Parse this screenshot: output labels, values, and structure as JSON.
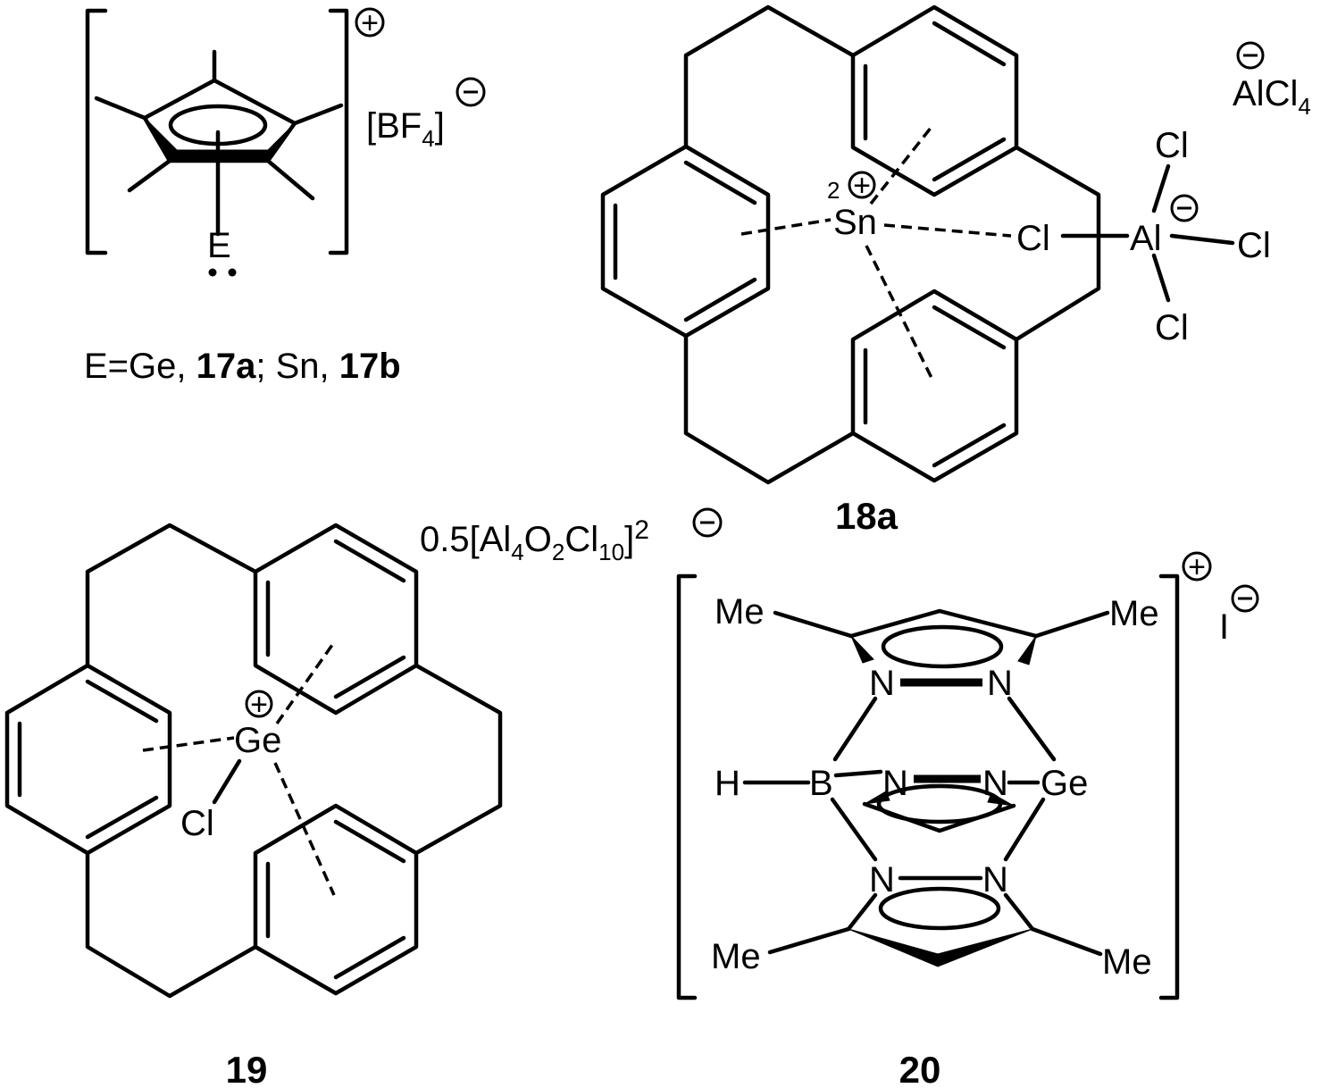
{
  "compound_17": {
    "element": "E",
    "anion_open": "[BF",
    "anion_sub": "4",
    "anion_close": "]",
    "caption_prefix": "E=Ge, ",
    "caption_bold_1": "17a",
    "caption_mid": "; Sn, ",
    "caption_bold_2": "17b"
  },
  "compound_18a": {
    "label": "18a",
    "metal": "Sn",
    "metal_charge": "2",
    "chloride_bridge": "Cl",
    "aluminum": "Al",
    "cl_top": "Cl",
    "cl_right": "Cl",
    "cl_bottom": "Cl",
    "counter_anion": "AlCl",
    "counter_anion_sub": "4"
  },
  "compound_19": {
    "label": "19",
    "metal": "Ge",
    "chloride": "Cl",
    "anion_prefix": "0.5[Al",
    "anion_sub_1": "4",
    "anion_o": "O",
    "anion_sub_2": "2",
    "anion_cl": "Cl",
    "anion_sub_3": "10",
    "anion_close": "]",
    "anion_charge": "2"
  },
  "compound_20": {
    "label": "20",
    "methyl": "Me",
    "nitrogen": "N",
    "boron": "B",
    "hydrogen": "H",
    "metal": "Ge",
    "counter_anion": "I"
  },
  "symbols": {
    "plus": "+",
    "minus": "−"
  }
}
